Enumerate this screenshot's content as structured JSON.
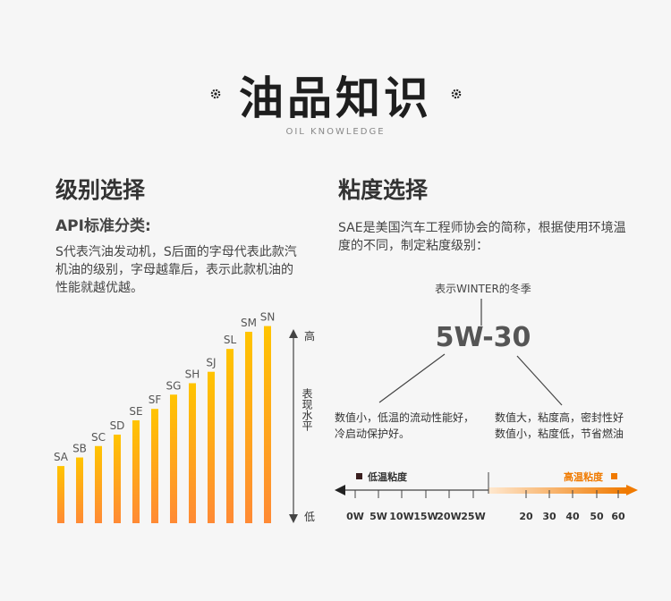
{
  "header": {
    "title": "油品知识",
    "subtitle": "OIL KNOWLEDGE",
    "icons": [
      "gear-icon",
      "gear-icon"
    ]
  },
  "left": {
    "heading": "级别选择",
    "api_label": "API标准分类:",
    "description": "S代表汽油发动机，S后面的字母代表此款汽机油的级别，字母越靠后，表示此款机油的性能就越优越。",
    "axis": {
      "top": "高",
      "middle": "表现水平",
      "bottom": "低"
    }
  },
  "right": {
    "heading": "粘度选择",
    "description": "SAE是美国汽车工程师协会的简称，根据使用环境温度的不同，制定粘度级别：",
    "winter_label": "表示WINTER的冬季",
    "code": "5W-30",
    "low_desc": "数值小，低温的流动性能好，冷启动保护好。",
    "high_desc_1": "数值大，粘度高，密封性好",
    "high_desc_2": "数值小，粘度低，节省燃油",
    "low_visc_label": "低温粘度",
    "high_visc_label": "高温粘度",
    "colors": {
      "dark": "#3a3a3a",
      "orange": "#f07a00",
      "bar_top": "#ffc400",
      "bar_bottom": "#ff8a35"
    }
  },
  "chart_data": {
    "type": "bar",
    "categories": [
      "SA",
      "SB",
      "SC",
      "SD",
      "SE",
      "SF",
      "SG",
      "SH",
      "SJ",
      "SL",
      "SM",
      "SN"
    ],
    "values": [
      1.0,
      1.15,
      1.35,
      1.55,
      1.8,
      2.0,
      2.25,
      2.45,
      2.65,
      3.05,
      3.35,
      3.45
    ],
    "ylim": [
      0,
      3.6
    ],
    "ylabel": "表现水平"
  },
  "scale": {
    "low_ticks": [
      "0W",
      "5W",
      "10W",
      "15W",
      "20W",
      "25W"
    ],
    "high_ticks": [
      "20",
      "30",
      "40",
      "50",
      "60"
    ]
  }
}
